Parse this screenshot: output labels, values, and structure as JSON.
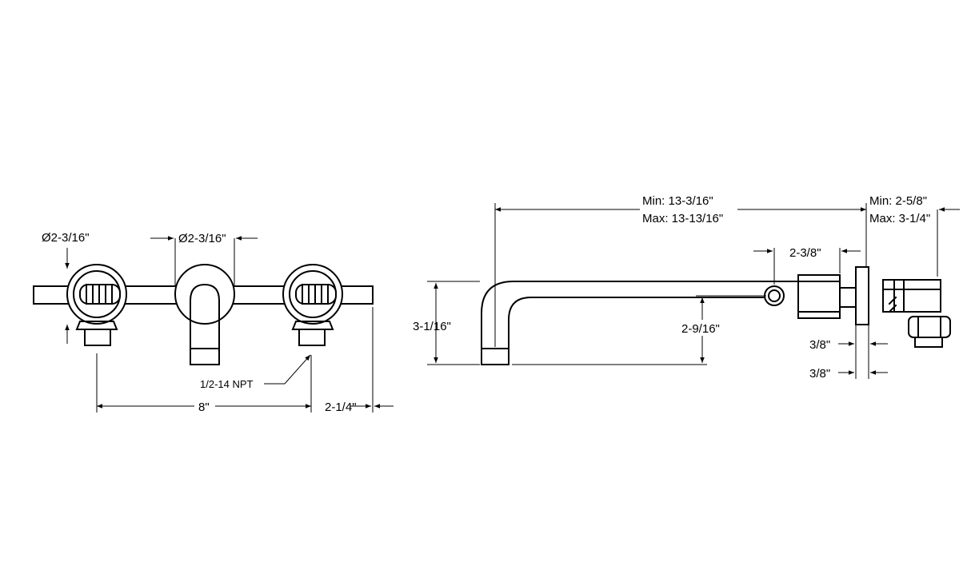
{
  "front_view": {
    "handle_dia_label": "Ø2-3/16\"",
    "spout_dia_label": "Ø2-3/16\"",
    "npt_label": "1/2-14 NPT",
    "spacing_label": "8\"",
    "depth_label": "2-1/4\""
  },
  "side_view": {
    "length_min_label": "Min: 13-3/16\"",
    "length_max_label": "Max: 13-13/16\"",
    "rough_min_label": "Min: 2-5/8\"",
    "rough_max_label": "Max: 3-1/4\"",
    "offset_label": "2-3/8\"",
    "height_label": "3-1/16\"",
    "outlet_height_label": "2-9/16\"",
    "plate_label_1": "3/8\"",
    "plate_label_2": "3/8\""
  }
}
